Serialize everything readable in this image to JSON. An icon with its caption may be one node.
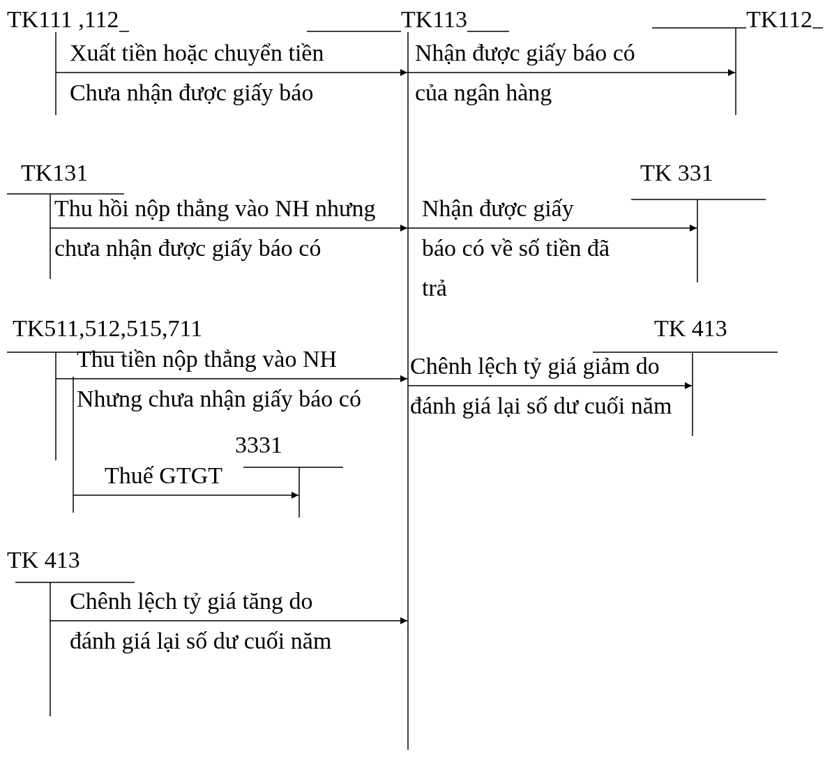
{
  "diagram": {
    "nodes": [
      {
        "text": [
          "TK111 ,112"
        ]
      },
      {
        "text": [
          "TK113"
        ]
      },
      {
        "text": [
          "TK112"
        ]
      },
      {
        "text": [
          "TK131"
        ]
      },
      {
        "text": [
          "TK 331"
        ]
      },
      {
        "text": [
          "TK511,512,515,711"
        ]
      },
      {
        "text": [
          "TK 413"
        ]
      },
      {
        "text": [
          "3331"
        ]
      },
      {
        "text": [
          "TK 413"
        ]
      }
    ],
    "edges": [
      {
        "from": 0,
        "to": 1,
        "arrow": "to",
        "label": "Xuất tiền hoặc chuyển tiền Chưa nhận được giấy báo"
      },
      {
        "from": 1,
        "to": 2,
        "arrow": "to",
        "label": "Nhận được giấy báo có của ngân hàng"
      },
      {
        "from": 3,
        "to": 1,
        "arrow": "to",
        "label": "Thu hồi nộp thẳng vào NH nhưng chưa nhận được giấy báo có"
      },
      {
        "from": 1,
        "to": 4,
        "arrow": "to",
        "label": "Nhận được giấy báo có về số tiền đã trả"
      },
      {
        "from": 5,
        "to": 1,
        "arrow": "to",
        "label": "Thu tiền nộp thẳng vào NH Nhưng chưa nhận giấy báo có"
      },
      {
        "from": 1,
        "to": 6,
        "arrow": "to",
        "label": "Chênh lệch tỷ giá giảm do đánh giá lại số dư cuối năm"
      },
      {
        "from": 5,
        "to": 7,
        "arrow": "to",
        "label": "Thuế GTGT"
      },
      {
        "from": 8,
        "to": 1,
        "arrow": "to",
        "label": "Chênh lệch tỷ giá tăng do đánh giá lại số dư cuối năm"
      }
    ]
  }
}
